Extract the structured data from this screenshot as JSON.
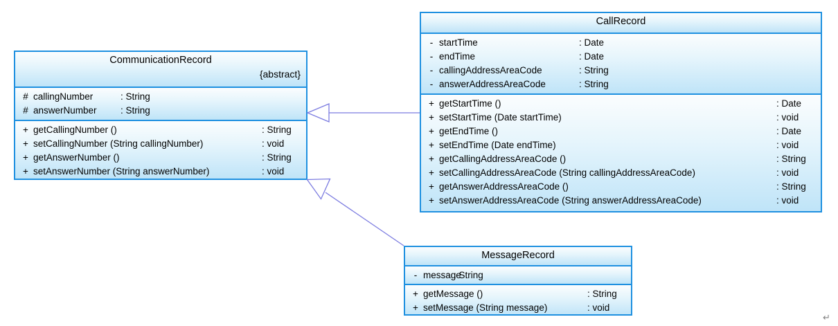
{
  "diagram": {
    "type": "uml-class-diagram",
    "background": "#ffffff",
    "border_color": "#1E90E0",
    "fill_color": "#BFE4F8",
    "connector_color": "#7B7BE0",
    "editor_mark": "↵"
  },
  "classes": {
    "communication_record": {
      "name": "CommunicationRecord",
      "stereotype": "{abstract}",
      "attributes": [
        {
          "visibility": "#",
          "signature": "callingNumber",
          "sep": ":",
          "type": "String"
        },
        {
          "visibility": "#",
          "signature": "answerNumber",
          "sep": ":",
          "type": "String"
        }
      ],
      "operations": [
        {
          "visibility": "+",
          "signature": "getCallingNumber ()",
          "sep": ":",
          "type": "String"
        },
        {
          "visibility": "+",
          "signature": "setCallingNumber (String callingNumber)",
          "sep": ":",
          "type": "void"
        },
        {
          "visibility": "+",
          "signature": "getAnswerNumber ()",
          "sep": ":",
          "type": "String"
        },
        {
          "visibility": "+",
          "signature": "setAnswerNumber (String answerNumber)",
          "sep": ":",
          "type": "void"
        }
      ]
    },
    "call_record": {
      "name": "CallRecord",
      "stereotype": "",
      "attributes": [
        {
          "visibility": "-",
          "signature": "startTime",
          "sep": ":",
          "type": "Date"
        },
        {
          "visibility": "-",
          "signature": "endTime",
          "sep": ":",
          "type": "Date"
        },
        {
          "visibility": "-",
          "signature": "callingAddressAreaCode",
          "sep": ":",
          "type": "String"
        },
        {
          "visibility": "-",
          "signature": "answerAddressAreaCode",
          "sep": ":",
          "type": "String"
        }
      ],
      "operations": [
        {
          "visibility": "+",
          "signature": "getStartTime ()",
          "sep": ":",
          "type": "Date"
        },
        {
          "visibility": "+",
          "signature": "setStartTime (Date startTime)",
          "sep": ":",
          "type": "void"
        },
        {
          "visibility": "+",
          "signature": "getEndTime ()",
          "sep": ":",
          "type": "Date"
        },
        {
          "visibility": "+",
          "signature": "setEndTime (Date endTime)",
          "sep": ":",
          "type": "void"
        },
        {
          "visibility": "+",
          "signature": "getCallingAddressAreaCode ()",
          "sep": ":",
          "type": "String"
        },
        {
          "visibility": "+",
          "signature": "setCallingAddressAreaCode (String callingAddressAreaCode)",
          "sep": ":",
          "type": "void"
        },
        {
          "visibility": "+",
          "signature": "getAnswerAddressAreaCode ()",
          "sep": ":",
          "type": "String"
        },
        {
          "visibility": "+",
          "signature": "setAnswerAddressAreaCode (String answerAddressAreaCode)",
          "sep": ":",
          "type": "void"
        }
      ]
    },
    "message_record": {
      "name": "MessageRecord",
      "stereotype": "",
      "attributes": [
        {
          "visibility": "-",
          "signature": "message",
          "sep": ":",
          "type": "String"
        }
      ],
      "operations": [
        {
          "visibility": "+",
          "signature": "getMessage ()",
          "sep": ":",
          "type": "String"
        },
        {
          "visibility": "+",
          "signature": "setMessage (String message)",
          "sep": ":",
          "type": "void"
        }
      ]
    }
  },
  "relationships": [
    {
      "kind": "generalization",
      "from": "CallRecord",
      "to": "CommunicationRecord"
    },
    {
      "kind": "generalization",
      "from": "MessageRecord",
      "to": "CommunicationRecord"
    }
  ]
}
